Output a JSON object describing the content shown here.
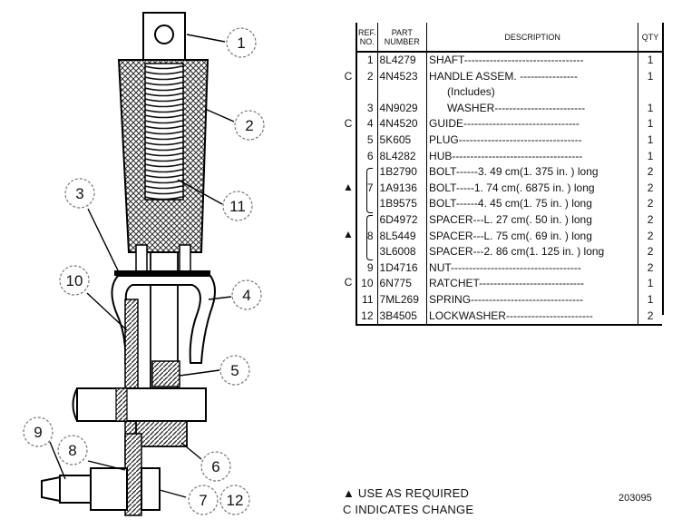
{
  "callouts": [
    "1",
    "2",
    "3",
    "4",
    "5",
    "6",
    "7",
    "8",
    "9",
    "10",
    "11",
    "12"
  ],
  "table": {
    "headers": {
      "ref_line1": "REF.",
      "ref_line2": "NO.",
      "part_line1": "PART",
      "part_line2": "NUMBER",
      "description": "DESCRIPTION",
      "qty": "QTY"
    },
    "rows": [
      {
        "ref": "1",
        "part": "8L4279",
        "desc": "SHAFT---------------------------------",
        "qty": "1"
      },
      {
        "ref": "2",
        "part": "4N4523",
        "desc": "HANDLE ASSEM. ----------------",
        "qty": "1"
      },
      {
        "ref": "",
        "part": "",
        "desc": "(Includes)",
        "qty": ""
      },
      {
        "ref": "3",
        "part": "4N9029",
        "desc": "WASHER-------------------------",
        "qty": "1"
      },
      {
        "ref": "4",
        "part": "4N4520",
        "desc": "GUIDE--------------------------------",
        "qty": "1"
      },
      {
        "ref": "5",
        "part": "5K605",
        "desc": "PLUG----------------------------------",
        "qty": "1"
      },
      {
        "ref": "6",
        "part": "8L4282",
        "desc": "HUB------------------------------------",
        "qty": "1"
      },
      {
        "ref": "",
        "part": "1B2790",
        "desc": "BOLT------3. 49 cm(1. 375 in. ) long",
        "qty": "2"
      },
      {
        "ref": "7",
        "part": "1A9136",
        "desc": "BOLT-----1. 74 cm(. 6875 in. ) long",
        "qty": "2"
      },
      {
        "ref": "",
        "part": "1B9575",
        "desc": "BOLT------4. 45 cm(1. 75 in. ) long",
        "qty": "2"
      },
      {
        "ref": "",
        "part": "6D4972",
        "desc": "SPACER---L. 27 cm(. 50 in. ) long",
        "qty": "2"
      },
      {
        "ref": "8",
        "part": "8L5449",
        "desc": "SPACER---L. 75 cm(. 69 in. ) long",
        "qty": "2"
      },
      {
        "ref": "",
        "part": "3L6008",
        "desc": "SPACER---2. 86 cm(1. 125 in. ) long",
        "qty": "2"
      },
      {
        "ref": "9",
        "part": "1D4716",
        "desc": "NUT------------------------------------",
        "qty": "2"
      },
      {
        "ref": "10",
        "part": "6N775",
        "desc": "RATCHET-----------------------------",
        "qty": "1"
      },
      {
        "ref": "11",
        "part": "7ML269",
        "desc": "SPRING-------------------------------",
        "qty": "1"
      },
      {
        "ref": "12",
        "part": "3B4505",
        "desc": "LOCKWASHER------------------------",
        "qty": "2"
      }
    ],
    "margin_marks": {
      "change": "C",
      "as_required": "▲"
    }
  },
  "legend": {
    "use_as_required": "▲ USE AS REQUIRED",
    "indicates_change": "C INDICATES CHANGE"
  },
  "figure_number": "203095"
}
